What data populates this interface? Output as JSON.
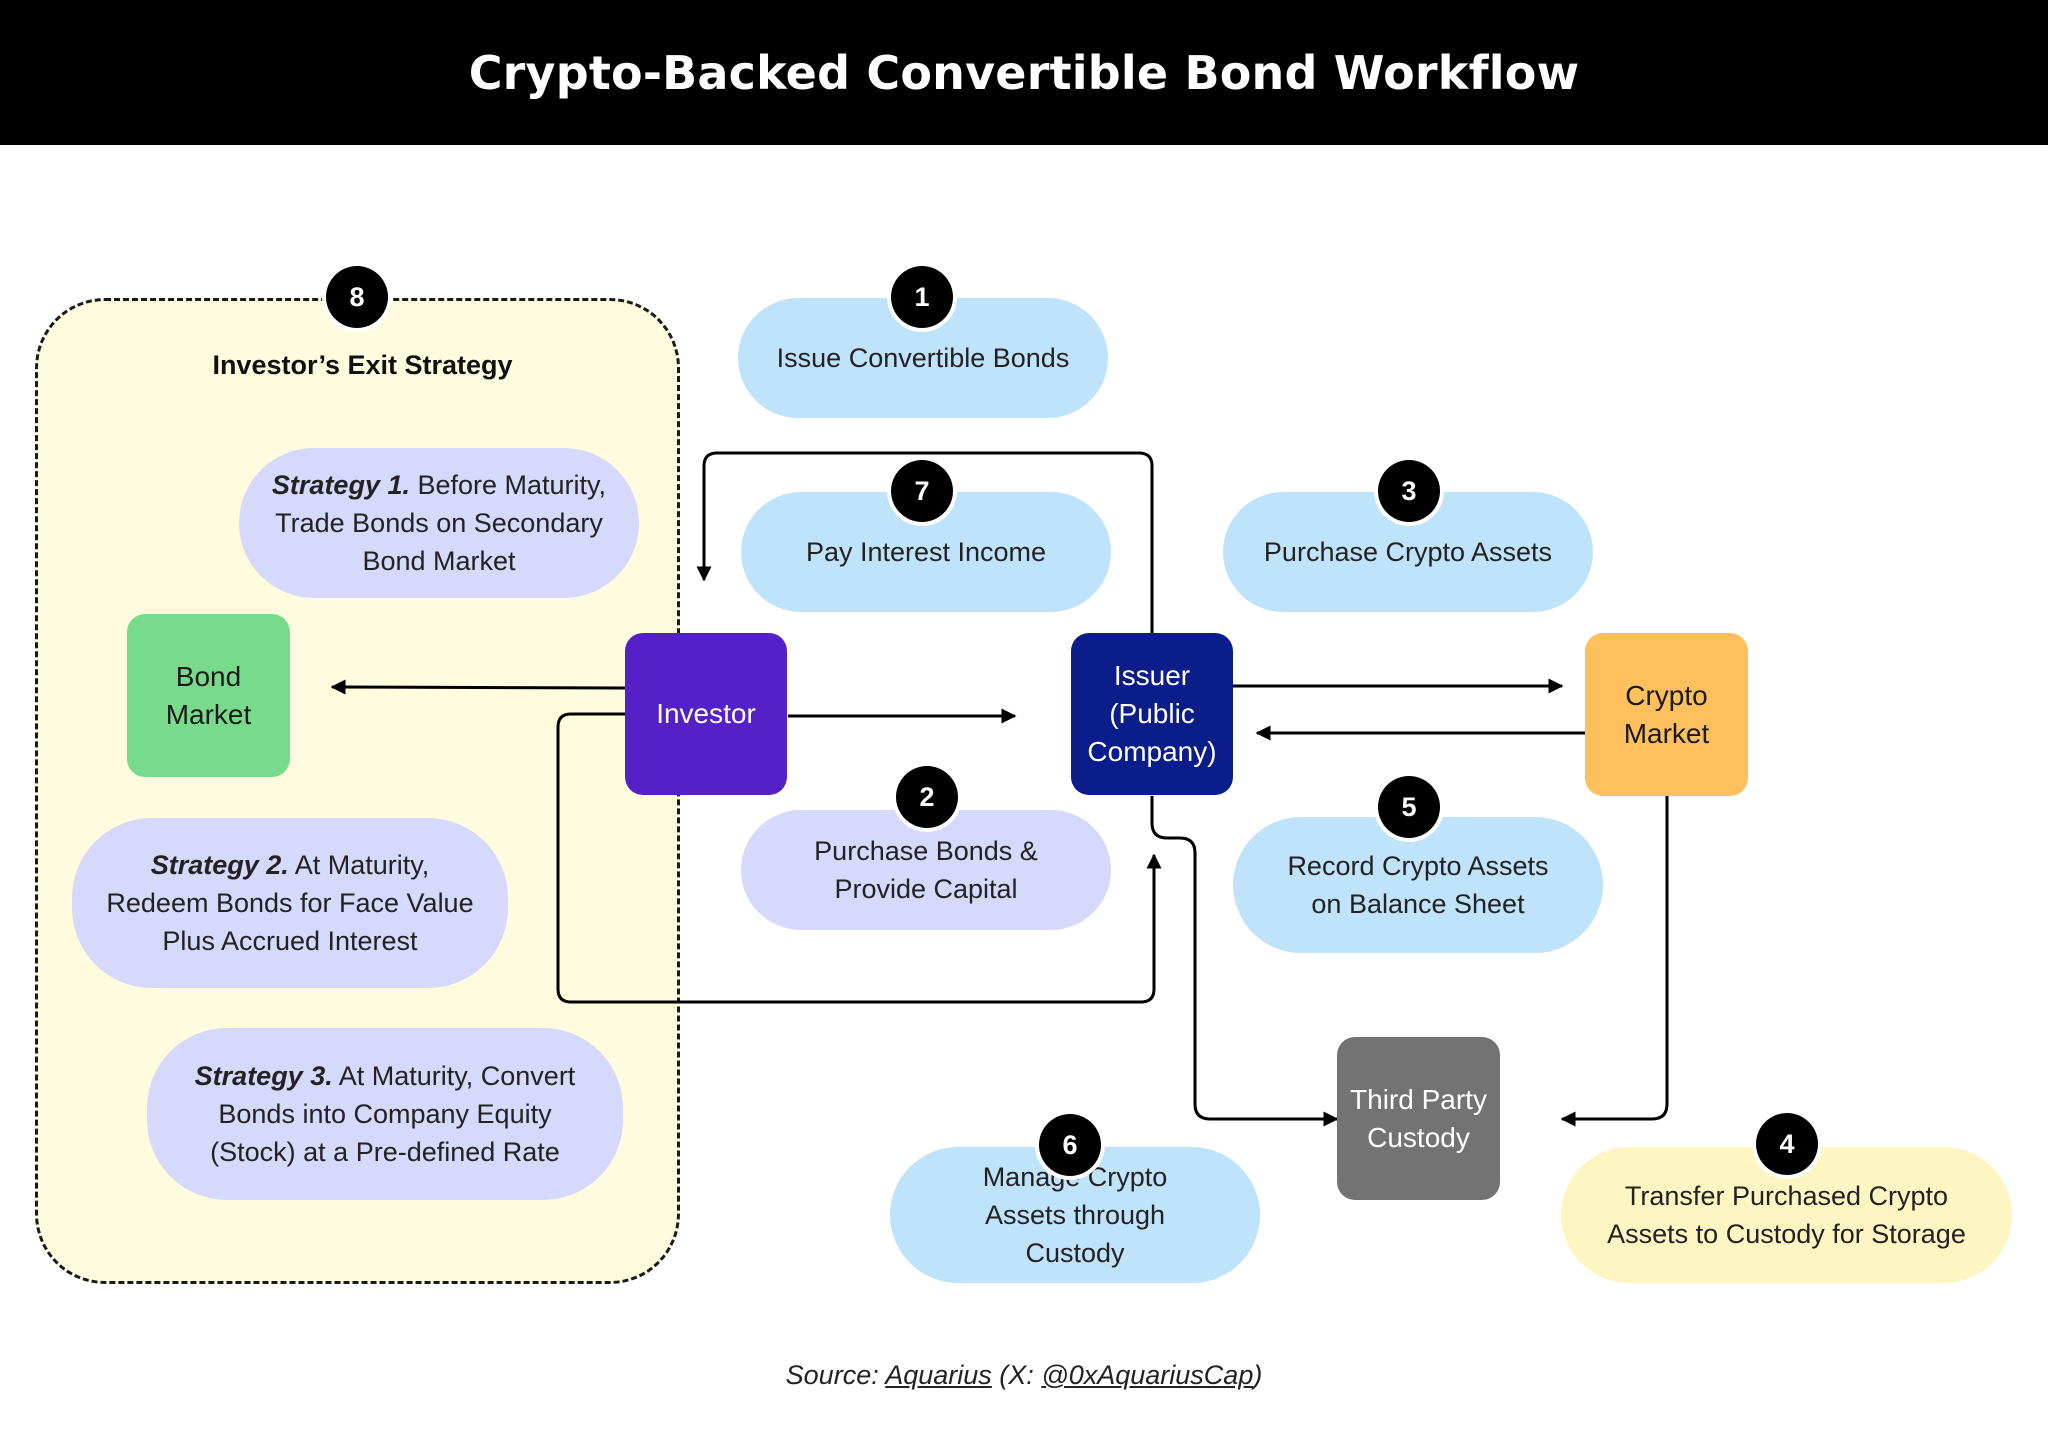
{
  "title": "Crypto-Backed Convertible Bond Workflow",
  "exit_strategy": {
    "badge": "8",
    "title": "Investor’s Exit Strategy",
    "strategies": [
      {
        "key": "Strategy 1.",
        "text": " Before Maturity, Trade Bonds on Secondary Bond Market"
      },
      {
        "key": "Strategy 2.",
        "text": " At Maturity, Redeem Bonds for Face Value Plus Accrued Interest"
      },
      {
        "key": "Strategy 3.",
        "text": " At Maturity, Convert Bonds into Company Equity (Stock) at a Pre-defined Rate"
      }
    ]
  },
  "nodes": {
    "bond_market": "Bond Market",
    "investor": "Investor",
    "issuer": "Issuer (Public Company)",
    "crypto_market": "Crypto Market",
    "third_party_custody": "Third Party Custody"
  },
  "steps": [
    {
      "number": "1",
      "label": "Issue Convertible Bonds"
    },
    {
      "number": "2",
      "label": "Purchase Bonds & Provide Capital"
    },
    {
      "number": "3",
      "label": "Purchase Crypto Assets"
    },
    {
      "number": "4",
      "label": "Transfer Purchased Crypto Assets to Custody for Storage"
    },
    {
      "number": "5",
      "label": "Record Crypto Assets on Balance Sheet"
    },
    {
      "number": "6",
      "label": "Manage Crypto Assets through Custody"
    },
    {
      "number": "7",
      "label": "Pay Interest Income"
    }
  ],
  "source": {
    "prefix": "Source: ",
    "name": "Aquarius",
    "mid": " (X: ",
    "handle": "@0xAquariusCap",
    "suffix": ")"
  },
  "colors": {
    "bond_market": "#78db8c",
    "investor": "#5620c9",
    "issuer": "#0b1d8a",
    "crypto_market": "#fdc05c",
    "custody": "#737373",
    "pill_blue": "#bfe3fa",
    "pill_lavender": "#d6d9fb",
    "pill_yellow": "#fdf6c3",
    "panel": "#fefbde"
  }
}
